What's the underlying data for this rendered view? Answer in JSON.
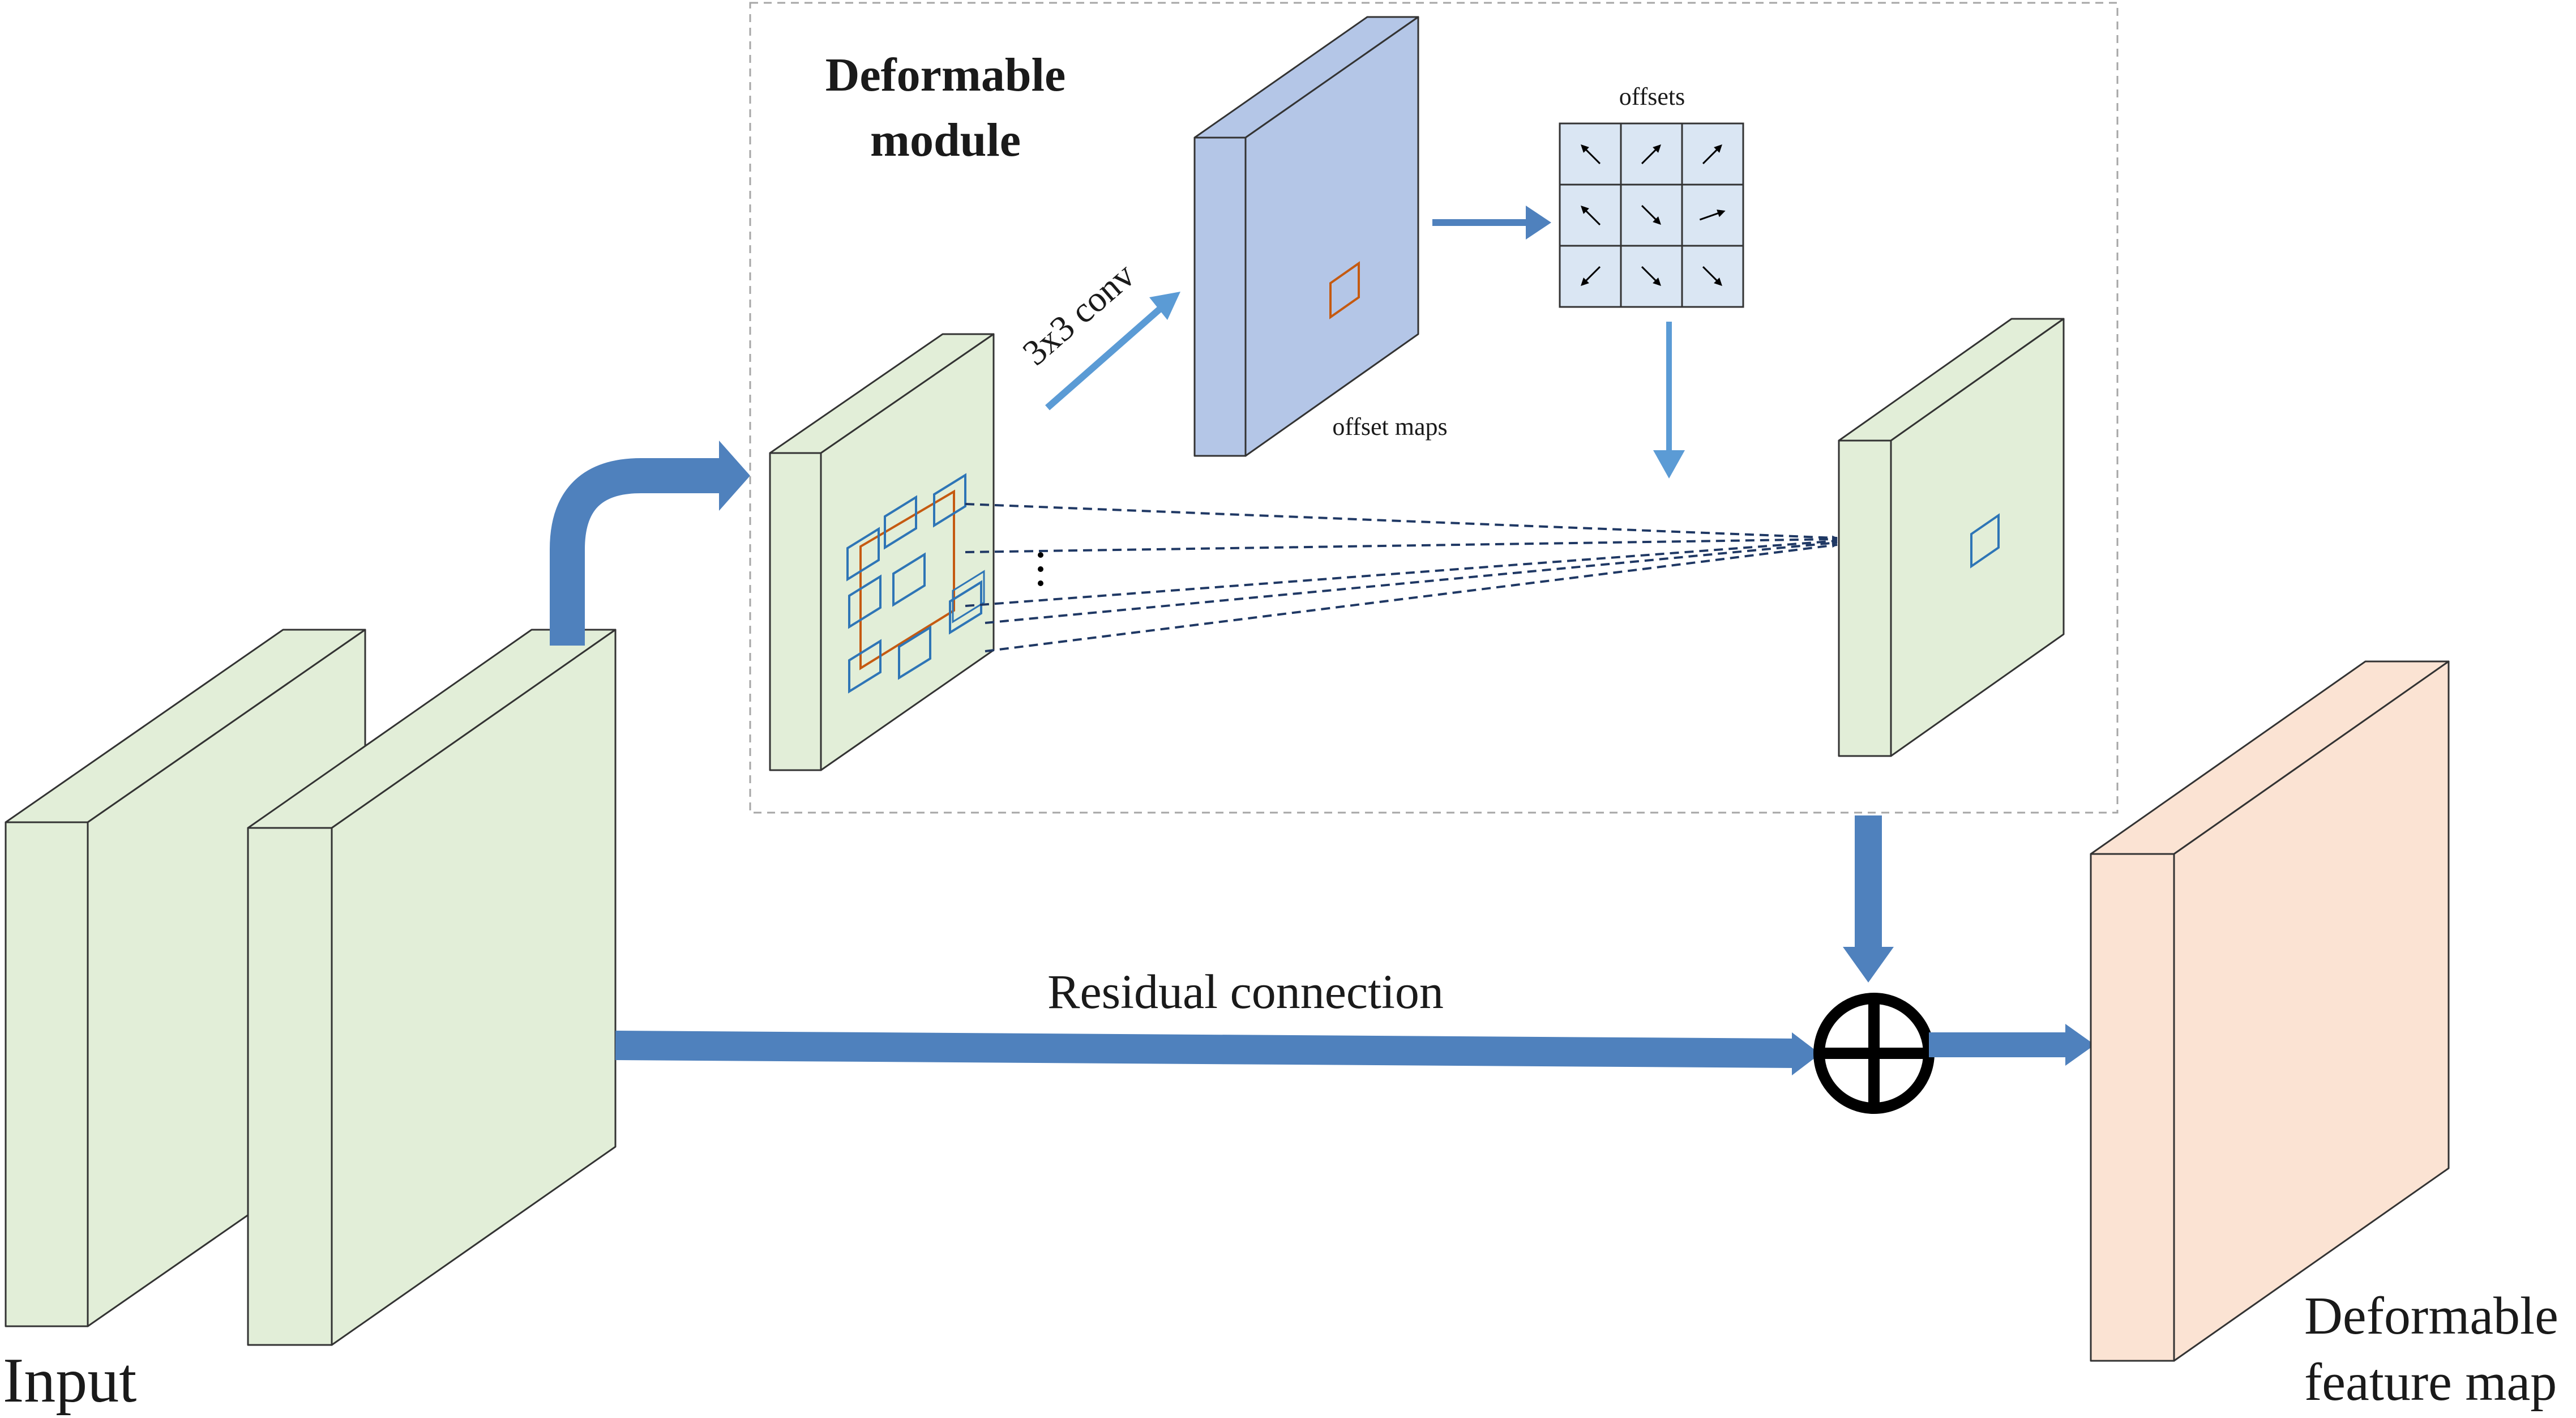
{
  "labels": {
    "module_title_line1": "Deformable",
    "module_title_line2": "module",
    "conv": "3x3 conv",
    "offsets": "offsets",
    "offset_maps": "offset maps",
    "residual": "Residual connection",
    "input": "Input",
    "output_line1": "Deformable",
    "output_line2": "feature map"
  },
  "offset_grid": {
    "rows": 3,
    "cols": 3,
    "arrows": [
      "up-left",
      "up-right",
      "up-right",
      "up-left",
      "down-right",
      "right",
      "down-left",
      "down-right",
      "down-right"
    ]
  },
  "colors": {
    "feature_green": "#e2eed8",
    "offset_blue": "#b4c6e7",
    "grid_cell": "#dae6f3",
    "output_peach": "#fbe3d3",
    "arrow_blue": "#4f81bd",
    "light_arrow_blue": "#5b9bd5",
    "sample_box_blue": "#2e75b6",
    "kernel_orange": "#c55a11",
    "dashed_navy": "#1f3864",
    "module_border": "#a6a6a6"
  }
}
